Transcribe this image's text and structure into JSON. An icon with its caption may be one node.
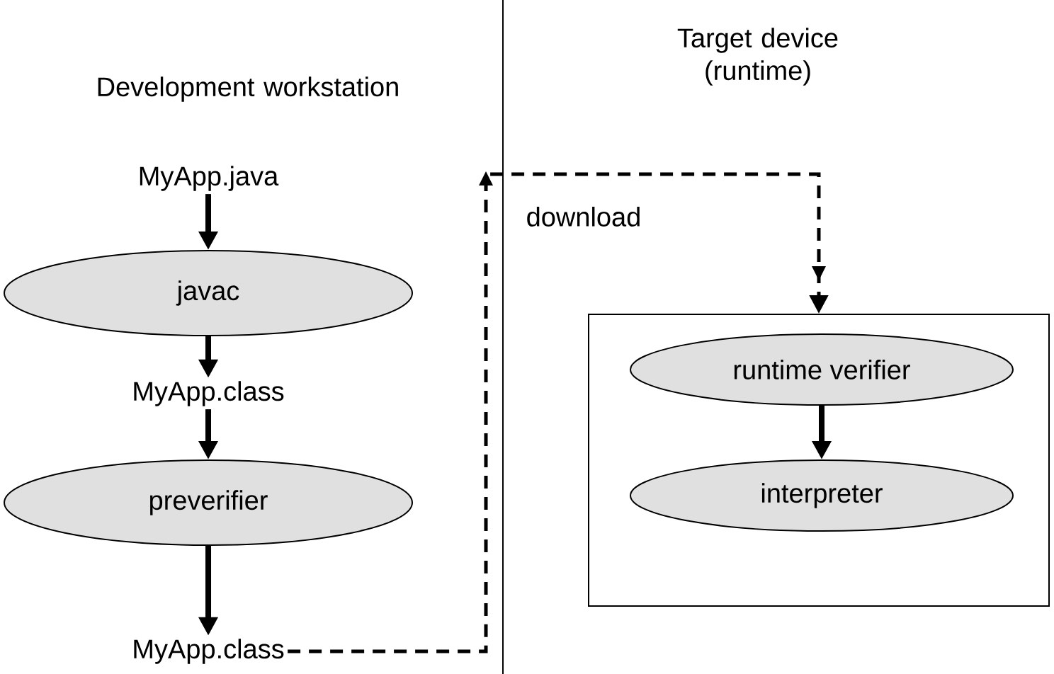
{
  "diagram": {
    "nodes": [
      {
        "text": [
          "MyApp.java"
        ]
      },
      {
        "text": [
          "javac"
        ]
      },
      {
        "text": [
          "MyApp.class"
        ]
      },
      {
        "text": [
          "preverifier"
        ]
      },
      {
        "text": [
          "MyApp.class"
        ]
      },
      {
        "text": [],
        "shape": "box"
      },
      {
        "text": [
          "runtime verifier"
        ],
        "in": 5
      },
      {
        "text": [
          "interpreter"
        ],
        "in": 5
      }
    ],
    "edges": [
      {
        "from": 0,
        "to": 1,
        "arrow": "to"
      },
      {
        "from": 1,
        "to": 2,
        "arrow": "to"
      },
      {
        "from": 2,
        "to": 3,
        "arrow": "to"
      },
      {
        "from": 3,
        "to": 4,
        "arrow": "to"
      },
      {
        "from": 4,
        "to": 5,
        "arrow": "to",
        "style": "dashed",
        "label": "download"
      },
      {
        "from": 6,
        "to": 7,
        "arrow": "to"
      }
    ],
    "labels": [
      "Target device (runtime)",
      "Development workstation"
    ]
  }
}
